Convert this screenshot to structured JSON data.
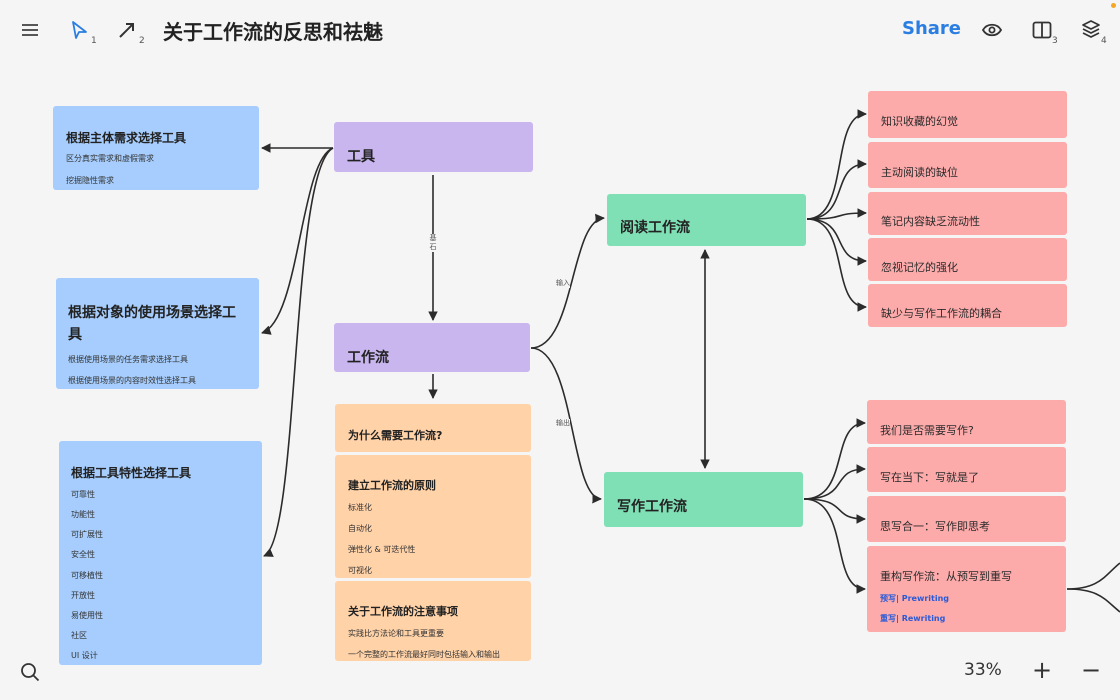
{
  "header": {
    "title": "关于工作流的反思和祛魅",
    "share_label": "Share",
    "tool_pen_index": "1",
    "tool_arrow_index": "2",
    "panel_index": "3",
    "layers_index": "4"
  },
  "nodes": {
    "blue1": {
      "title": "根据主体需求选择工具",
      "items": [
        "区分真实需求和虚假需求",
        "挖掘隐性需求"
      ]
    },
    "blue2": {
      "title_line1": "根据对象的使用场景选择工",
      "title_line2": "具",
      "items": [
        "根据使用场景的任务需求选择工具",
        "根据使用场景的内容时效性选择工具"
      ]
    },
    "blue3": {
      "title": "根据工具特性选择工具",
      "items": [
        "可靠性",
        "功能性",
        "可扩展性",
        "安全性",
        "可移植性",
        "开放性",
        "易使用性",
        "社区",
        "UI 设计"
      ]
    },
    "tools": {
      "title": "工具"
    },
    "workflow": {
      "title": "工作流"
    },
    "read": {
      "title": "阅读工作流"
    },
    "write": {
      "title": "写作工作流"
    },
    "orange1": {
      "title": "为什么需要工作流?"
    },
    "orange2": {
      "title": "建立工作流的原则",
      "items": [
        "标准化",
        "自动化",
        "弹性化 & 可迭代性",
        "可视化"
      ]
    },
    "orange3": {
      "title": "关于工作流的注意事项",
      "items": [
        "实践比方法论和工具更重要",
        "一个完整的工作流最好同时包括输入和输出"
      ]
    },
    "read_items": [
      "知识收藏的幻觉",
      "主动阅读的缺位",
      "笔记内容缺乏流动性",
      "忽视记忆的强化",
      "缺少与写作工作流的耦合"
    ],
    "write_items": [
      "我们是否需要写作?",
      "写在当下：写就是了",
      "思写合一：写作即思考",
      "重构写作流：从预写到重写"
    ],
    "write_links": [
      "预写| Prewriting",
      "重写| Rewriting"
    ]
  },
  "edge_labels": {
    "foundation_1": "基",
    "foundation_2": "石",
    "input": "输入",
    "output": "输出"
  },
  "footer": {
    "zoom": "33%",
    "zoom_in": "+",
    "zoom_out": "−"
  },
  "colors": {
    "blue": "#a6cdfd",
    "purple": "#c9b6ef",
    "green": "#7fdfb5",
    "orange": "#ffd2a8",
    "pink": "#fdaaaa",
    "accent": "#2a7de1"
  }
}
